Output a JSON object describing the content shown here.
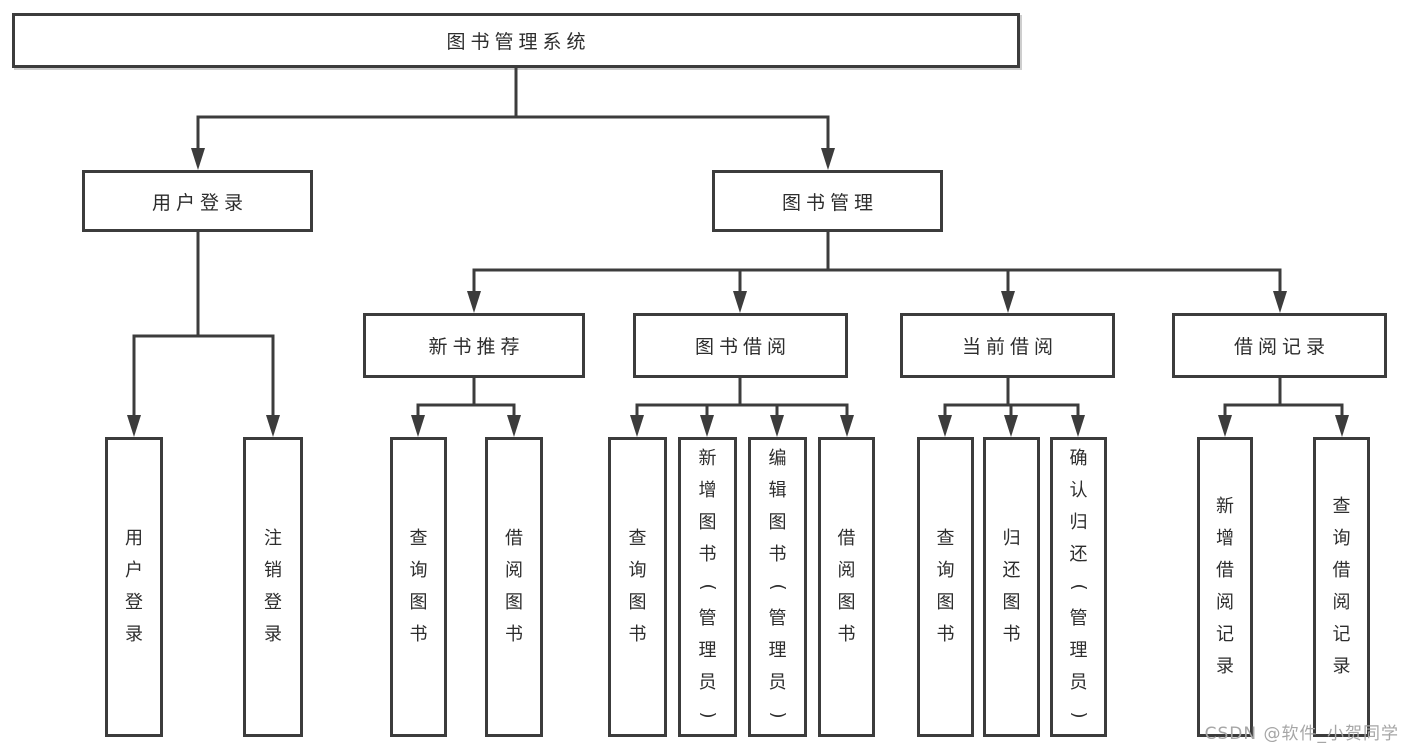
{
  "diagram": {
    "root": {
      "label": "图书管理系统"
    },
    "level2": [
      {
        "label": "用户登录"
      },
      {
        "label": "图书管理"
      }
    ],
    "level3": [
      {
        "label": "新书推荐"
      },
      {
        "label": "图书借阅"
      },
      {
        "label": "当前借阅"
      },
      {
        "label": "借阅记录"
      }
    ],
    "leaves": {
      "user_login": [
        "用户登录",
        "注销登录"
      ],
      "new_book": [
        "查询图书",
        "借阅图书"
      ],
      "book_borrow": [
        "查询图书",
        "新增图书（管理员）",
        "编辑图书（管理员）",
        "借阅图书"
      ],
      "current_borrow": [
        "查询图书",
        "归还图书",
        "确认归还（管理员）"
      ],
      "borrow_record": [
        "新增借阅记录",
        "查询借阅记录"
      ]
    }
  },
  "watermark": {
    "text": "CSDN @软件_小贺同学"
  },
  "colors": {
    "line": "#3c3c3c",
    "box_border": "#3c3c3c",
    "text": "#2d2d2d",
    "watermark": "#a6a6a6",
    "background": "#ffffff"
  }
}
